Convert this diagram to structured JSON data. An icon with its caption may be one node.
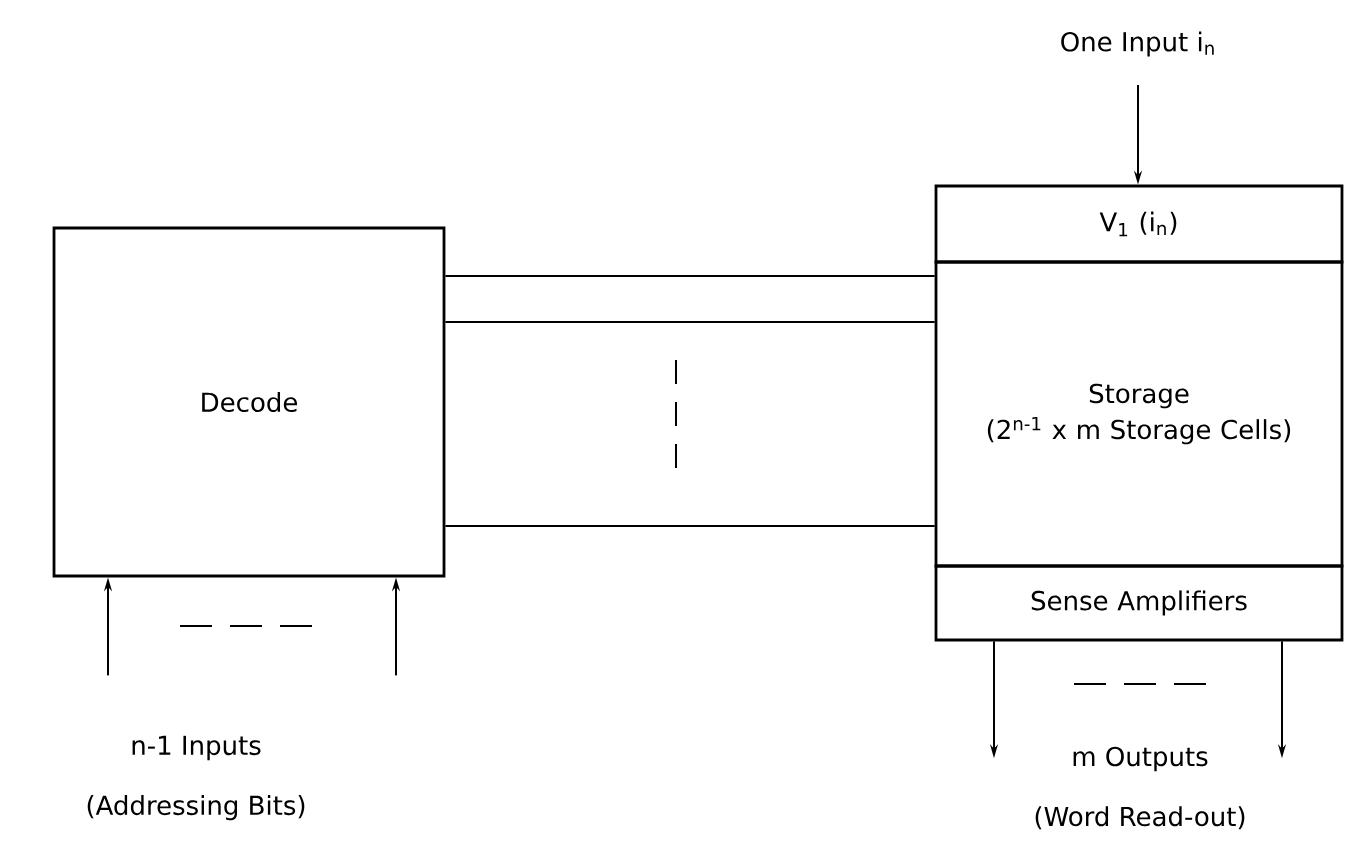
{
  "diagram": {
    "nodes": [
      {
        "text": [
          "Decode"
        ]
      },
      {
        "text": [
          "V$_{1}$ (i$_{n}$)"
        ]
      },
      {
        "text": [
          "Storage",
          "(2$^{n-1}$ x m Storage Cells)"
        ]
      },
      {
        "text": [
          "Sense Amplifiers"
        ]
      },
      {
        "text": [
          "One Input i$_{n}$"
        ]
      },
      {
        "text": [
          "n-1 Inputs",
          "(Addressing Bits)"
        ]
      },
      {
        "text": [
          "m Outputs",
          "(Word Read-out)"
        ]
      }
    ],
    "edges": [
      {
        "from": 0,
        "to": 2,
        "arrow": "none"
      },
      {
        "from": 0,
        "to": 2,
        "arrow": "none"
      },
      {
        "from": 0,
        "to": 2,
        "arrow": "none"
      },
      {
        "from": 4,
        "to": 1,
        "arrow": "to"
      },
      {
        "from": 5,
        "to": 0,
        "arrow": "to"
      },
      {
        "from": 5,
        "to": 0,
        "arrow": "to"
      },
      {
        "from": 3,
        "to": 6,
        "arrow": "to"
      },
      {
        "from": 3,
        "to": 6,
        "arrow": "to"
      }
    ]
  }
}
